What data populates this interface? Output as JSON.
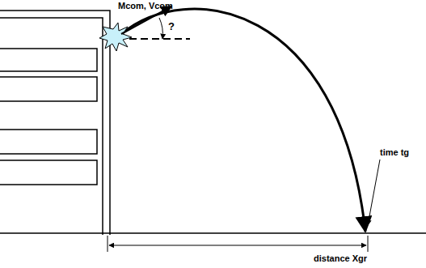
{
  "diagram": {
    "labels": [
      "Mcom, Vcom",
      "?",
      "time tg",
      "distance Xgr"
    ]
  }
}
